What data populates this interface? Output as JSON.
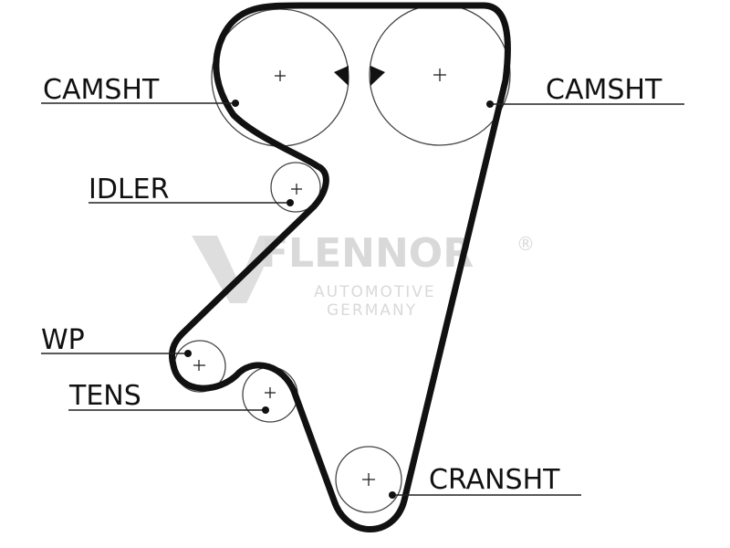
{
  "labels": {
    "camshaft_left": "CAMSHT",
    "camshaft_right": "CAMSHT",
    "idler": "IDLER",
    "water_pump": "WP",
    "tensioner": "TENS",
    "crankshaft": "CRANSHT"
  },
  "watermark": {
    "brand": "FLENNOR",
    "registered": "®",
    "line1": "AUTOMOTIVE",
    "line2": "GERMANY"
  },
  "colors": {
    "belt": "#111111",
    "watermark": "#d9d9d9"
  }
}
